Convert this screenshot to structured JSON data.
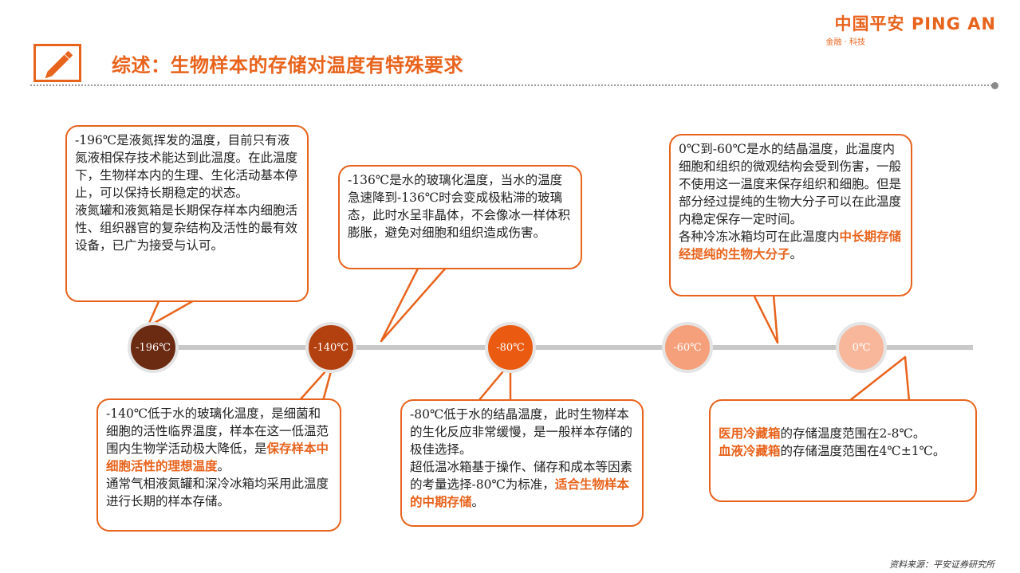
{
  "header": {
    "title": "综述：生物样本的存储对温度有特殊要求",
    "logo_main": "中国平安 PING AN",
    "logo_sub": "金融 · 科技"
  },
  "colors": {
    "accent": "#e8631c"
  },
  "timeline": {
    "nodes": [
      {
        "label": "-196℃",
        "color": "#6b2a12"
      },
      {
        "label": "-140℃",
        "color": "#b3400f"
      },
      {
        "label": "-80℃",
        "color": "#ea5a10"
      },
      {
        "label": "-60℃",
        "color": "#f5a07a"
      },
      {
        "label": "0℃",
        "color": "#f8b79b"
      }
    ]
  },
  "callouts": {
    "c196": {
      "p1": "-196℃是液氮挥发的温度，目前只有液氮液相保存技术能达到此温度。在此温度下，生物样本内的生理、生化活动基本停止，可以保持长期稳定的状态。",
      "p2": "液氮罐和液氮箱是长期保存样本内细胞活性、组织器官的复杂结构及活性的最有效设备，已广为接受与认可。"
    },
    "c136": {
      "p1": "-136℃是水的玻璃化温度，当水的温度急速降到-136℃时会变成极粘滞的玻璃态，此时水呈非晶体，不会像冰一样体积膨胀，避免对细胞和组织造成伤害。"
    },
    "c60": {
      "p1": "0℃到-60℃是水的结晶温度，此温度内细胞和组织的微观结构会受到伤害，一般不使用这一温度来保存组织和细胞。但是部分经过提纯的生物大分子可以在此温度内稳定保存一定时间。",
      "p2a": "各种冷冻冰箱均可在此温度内",
      "p2b": "中长期存储经提纯的生物大分子",
      "p2c": "。"
    },
    "c140": {
      "p1a": "-140℃低于水的玻璃化温度，是细菌和细胞的活性临界温度，样本在这一低温范围内生物学活动极大降低，是",
      "p1b": "保存样本中细胞活性的理想温度",
      "p1c": "。",
      "p2": "通常气相液氮罐和深冷冰箱均采用此温度进行长期的样本存储。"
    },
    "c80": {
      "p1": "-80℃低于水的结晶温度，此时生物样本的生化反应非常缓慢，是一般样本存储的极佳选择。",
      "p2a": "超低温冰箱基于操作、储存和成本等因素的考量选择-80℃为标准，",
      "p2b": "适合生物样本的中期存储",
      "p2c": "。"
    },
    "c0": {
      "l1a": "医用冷藏箱",
      "l1b": "的存储温度范围在2-8℃。",
      "l2a": "血液冷藏箱",
      "l2b": "的存储温度范围在4℃±1℃。"
    }
  },
  "source": "资料来源：平安证券研究所"
}
